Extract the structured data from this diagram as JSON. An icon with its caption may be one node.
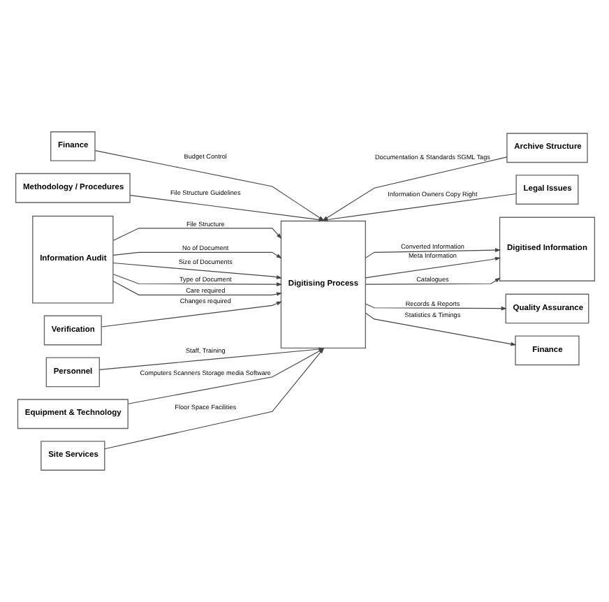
{
  "diagram": {
    "nodes": [
      {
        "text": [
          "Finance"
        ]
      },
      {
        "text": [
          "Archive Structure"
        ]
      },
      {
        "text": [
          "Methodology / Procedures"
        ]
      },
      {
        "text": [
          "Legal Issues"
        ]
      },
      {
        "text": [
          "Information Audit"
        ]
      },
      {
        "text": [
          "Verification"
        ]
      },
      {
        "text": [
          "Digitising Process"
        ]
      },
      {
        "text": [
          "Digitised Information"
        ]
      },
      {
        "text": [
          "Quality Assurance"
        ]
      },
      {
        "text": [
          "Finance"
        ]
      },
      {
        "text": [
          "Personnel"
        ]
      },
      {
        "text": [
          "Equipment & Technology"
        ]
      },
      {
        "text": [
          "Site Services"
        ]
      }
    ],
    "edges": [
      {
        "from": 0,
        "to": 6,
        "arrow": "to",
        "label": "Budget Control"
      },
      {
        "from": 1,
        "to": 6,
        "arrow": "to",
        "label": "Documentation & Standards SGML Tags"
      },
      {
        "from": 2,
        "to": 6,
        "arrow": "to",
        "label": "File Structure Guidelines"
      },
      {
        "from": 3,
        "to": 6,
        "arrow": "to",
        "label": "Information Owners Copy Right"
      },
      {
        "from": 4,
        "to": 6,
        "arrow": "to",
        "label": "File Structure"
      },
      {
        "from": 4,
        "to": 6,
        "arrow": "to",
        "label": "No of Document"
      },
      {
        "from": 4,
        "to": 6,
        "arrow": "to",
        "label": "Size of Documents"
      },
      {
        "from": 4,
        "to": 6,
        "arrow": "to",
        "label": "Type of Document"
      },
      {
        "from": 4,
        "to": 6,
        "arrow": "to",
        "label": "Care required"
      },
      {
        "from": 5,
        "to": 6,
        "arrow": "to",
        "label": "Changes required"
      },
      {
        "from": 6,
        "to": 7,
        "arrow": "to",
        "label": "Converted Information"
      },
      {
        "from": 6,
        "to": 7,
        "arrow": "to",
        "label": "Meta Information"
      },
      {
        "from": 6,
        "to": 7,
        "arrow": "to",
        "label": "Catalogues"
      },
      {
        "from": 6,
        "to": 8,
        "arrow": "to",
        "label": "Records & Reports"
      },
      {
        "from": 6,
        "to": 9,
        "arrow": "to",
        "label": "Statistics & Timings"
      },
      {
        "from": 10,
        "to": 6,
        "arrow": "to",
        "label": "Staff, Training"
      },
      {
        "from": 11,
        "to": 6,
        "arrow": "to",
        "label": "Computers Scanners Storage media Software"
      },
      {
        "from": 12,
        "to": 6,
        "arrow": "to",
        "label": "Floor Space Facilities"
      }
    ]
  }
}
